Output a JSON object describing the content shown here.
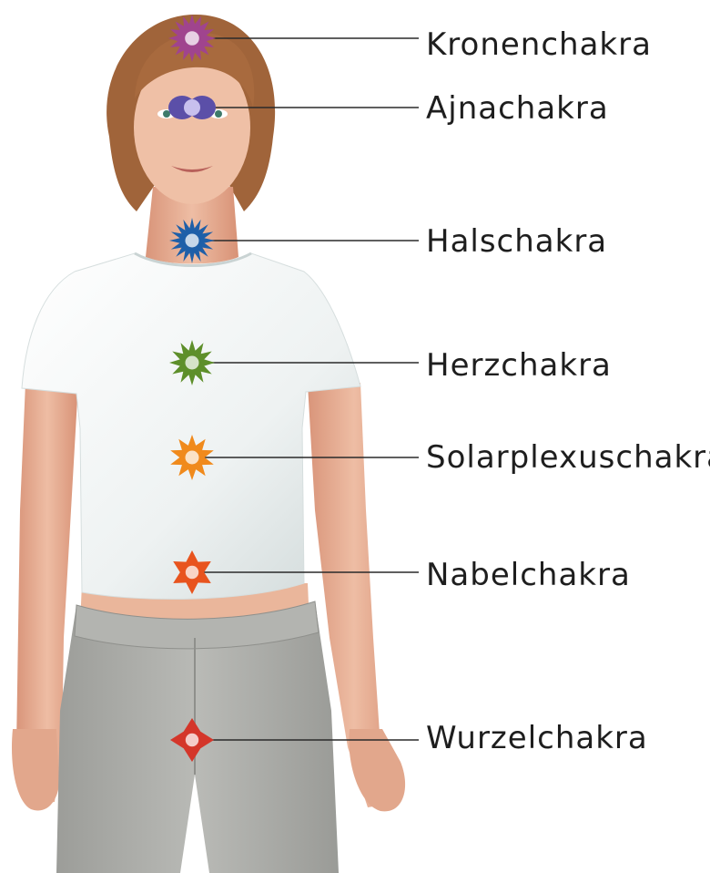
{
  "chakras": [
    {
      "label": "Kronenchakra",
      "color": "#a0448e",
      "petals": 16,
      "shape": "lotus"
    },
    {
      "label": "Ajnachakra",
      "color": "#5b4fa8",
      "petals": 2,
      "shape": "two-petal"
    },
    {
      "label": "Halschakra",
      "color": "#1f5fa8",
      "petals": 16,
      "shape": "star"
    },
    {
      "label": "Herzchakra",
      "color": "#5e8f2a",
      "petals": 12,
      "shape": "star"
    },
    {
      "label": "Solarplexuschakra",
      "color": "#f08a1c",
      "petals": 10,
      "shape": "star"
    },
    {
      "label": "Nabelchakra",
      "color": "#e8541e",
      "petals": 6,
      "shape": "star"
    },
    {
      "label": "Wurzelchakra",
      "color": "#d4362a",
      "petals": 4,
      "shape": "star"
    }
  ],
  "colors": {
    "skin": "#e8b49a",
    "hair": "#9a5a32",
    "shirt": "#f3f6f6",
    "pants": "#a9aaa6",
    "leader_line": "#2a2a2a",
    "text": "#1e1e1e"
  }
}
